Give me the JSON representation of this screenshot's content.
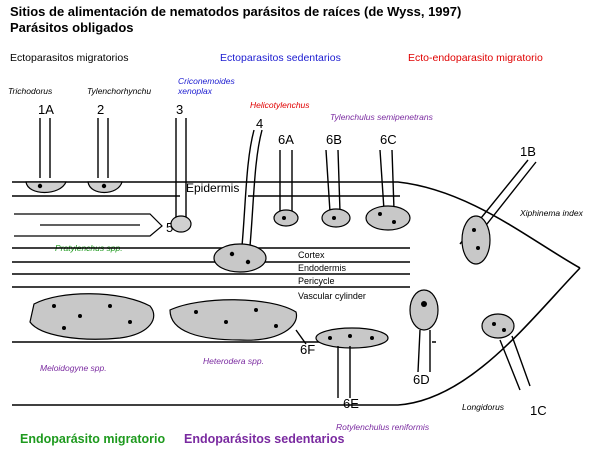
{
  "title": {
    "line1": "Sitios de alimentación  de nematodos parásitos de raíces (de Wyss, 1997)",
    "line2": "Parásitos  obligados"
  },
  "categories": {
    "ecto_migratorios": "Ectoparasitos migratorios",
    "ecto_sedentarios": "Ectoparasitos sedentarios",
    "ecto_endo_migratorio": "Ecto-endoparasito migratorio"
  },
  "species": {
    "trichodorus": "Trichodorus",
    "tylenchorhynchu": "Tylenchorhynchu",
    "criconemoides": "Criconemoides xenoplax",
    "criconemoides_line1": "Criconemoides",
    "criconemoides_line2": "xenoplax",
    "helicotylenchus": "Helicotylenchus",
    "tylenchulus": "Tylenchulus semipenetrans",
    "xiphinema": "Xiphinema index",
    "pratylenchus": "Pratylenchus spp.",
    "meloidogyne": "Meloidogyne spp.",
    "heterodera": "Heterodera spp.",
    "rotylenchulus": "Rotylenchulus reniformis",
    "longidorus": "Longidorus"
  },
  "number_labels": {
    "n1a": "1A",
    "n2": "2",
    "n3": "3",
    "n4": "4",
    "n6a": "6A",
    "n6b": "6B",
    "n6c": "6C",
    "n1b": "1B",
    "n5": "5",
    "n6f": "6F",
    "n6d": "6D",
    "n6e": "6E",
    "n1c": "1C"
  },
  "tissues": {
    "epidermis": "Epidermis",
    "cortex": "Cortex",
    "endodermis": "Endodermis",
    "pericycle": "Pericycle",
    "vascular": "Vascular cylinder"
  },
  "footer": {
    "endo_migratorio": "Endoparásito migratorio",
    "endo_sedentarios": "Endoparásitos sedentarios"
  },
  "colors": {
    "blue": "#1a1ad0",
    "red": "#e00000",
    "green": "#1e9a1e",
    "purple": "#7a2aa0",
    "cell_fill": "#c8c8c8"
  }
}
